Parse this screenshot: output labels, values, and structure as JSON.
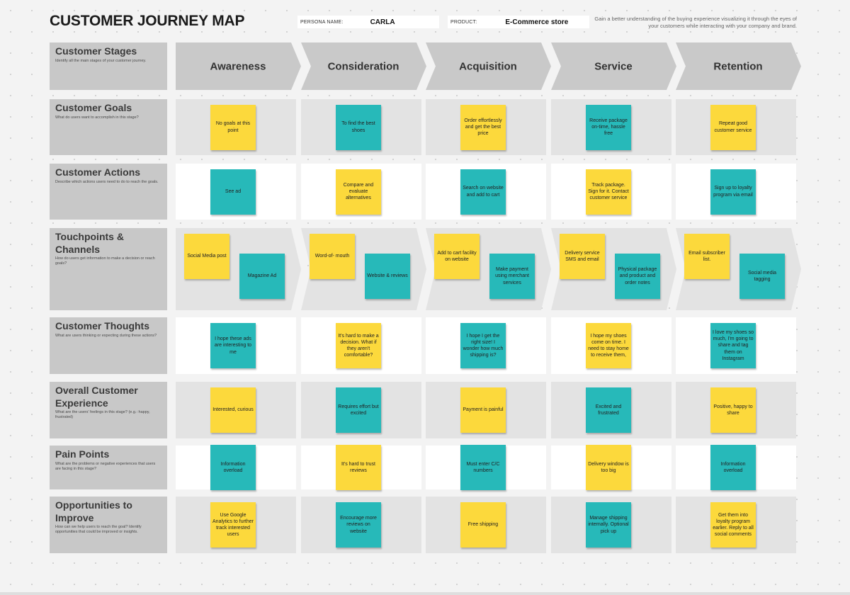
{
  "header": {
    "title": "CUSTOMER JOURNEY MAP",
    "persona_label": "PERSONA NAME:",
    "persona_value": "CARLA",
    "product_label": "PRODUCT:",
    "product_value": "E-Commerce store",
    "description": "Gain a better understanding of the buying experience visualizing it through the eyes of your customers while interacting with your company and brand."
  },
  "stages": [
    "Awareness",
    "Consideration",
    "Acquisition",
    "Service",
    "Retention"
  ],
  "colors": {
    "yellow": "#fcd93c",
    "teal": "#27b9b9",
    "label_bg": "#c8c8c8",
    "gray_band": "#e3e3e3",
    "white_band": "#ffffff",
    "stage_arrow": "#c9c9c9"
  },
  "rows": [
    {
      "title": "Customer Stages",
      "description": "Identify all the main stages of your customer journey."
    },
    {
      "title": "Customer Goals",
      "description": "What do users want to accomplish in this stage?",
      "notes": [
        [
          {
            "text": "No goals at this point",
            "color": "yellow"
          }
        ],
        [
          {
            "text": "To find the best shoes",
            "color": "teal"
          }
        ],
        [
          {
            "text": "Order effortlessly and get the best price",
            "color": "yellow"
          }
        ],
        [
          {
            "text": "Receive package on-time, hassle free",
            "color": "teal"
          }
        ],
        [
          {
            "text": "Repeat good customer service",
            "color": "yellow"
          }
        ]
      ]
    },
    {
      "title": "Customer Actions",
      "description": "Describe which actions users need to do to reach the goals.",
      "notes": [
        [
          {
            "text": "See ad",
            "color": "teal"
          }
        ],
        [
          {
            "text": "Compare and evaluate alternatives",
            "color": "yellow"
          }
        ],
        [
          {
            "text": "Search on website and add to cart",
            "color": "teal"
          }
        ],
        [
          {
            "text": "Track package. Sign for it. Contact customer service",
            "color": "yellow"
          }
        ],
        [
          {
            "text": "Sign up to loyalty program via email",
            "color": "teal"
          }
        ]
      ]
    },
    {
      "title": "Touchpoints & Channels",
      "description": "How do users get information to make a decision or reach goals?",
      "notes": [
        [
          {
            "text": "Social Media post",
            "color": "yellow"
          },
          {
            "text": "Magazine Ad",
            "color": "teal"
          }
        ],
        [
          {
            "text": "Word-of- mouth",
            "color": "yellow"
          },
          {
            "text": "Website & reviews",
            "color": "teal"
          }
        ],
        [
          {
            "text": "Add to cart facility on website",
            "color": "yellow"
          },
          {
            "text": "Make payment using merchant services",
            "color": "teal"
          }
        ],
        [
          {
            "text": "Delivery service SMS and email",
            "color": "yellow"
          },
          {
            "text": "Physical package and product and order notes",
            "color": "teal"
          }
        ],
        [
          {
            "text": "Email subscriber list.",
            "color": "yellow"
          },
          {
            "text": "Social media tagging",
            "color": "teal"
          }
        ]
      ]
    },
    {
      "title": "Customer Thoughts",
      "description": "What are users thinking or expecting during these actions?",
      "notes": [
        [
          {
            "text": "I hope these ads are interesting to me",
            "color": "teal"
          }
        ],
        [
          {
            "text": "It's hard to make a decision. What if they aren't comfortable?",
            "color": "yellow"
          }
        ],
        [
          {
            "text": "I hope I get the right size! I wonder how much shipping is?",
            "color": "teal"
          }
        ],
        [
          {
            "text": "I hope my shoes come on time. I need to stay home to receive them,",
            "color": "yellow"
          }
        ],
        [
          {
            "text": "I love my shoes so much, I'm going to share and tag them on Instagram",
            "color": "teal"
          }
        ]
      ]
    },
    {
      "title": "Overall Customer Experience",
      "description": "What are the users' feelings in this stage? (e.g.: happy, frustrated)",
      "notes": [
        [
          {
            "text": "Interested, curious",
            "color": "yellow"
          }
        ],
        [
          {
            "text": "Requires effort but excited",
            "color": "teal"
          }
        ],
        [
          {
            "text": "Payment is painful",
            "color": "yellow"
          }
        ],
        [
          {
            "text": "Excited and frustrated",
            "color": "teal"
          }
        ],
        [
          {
            "text": "Positive, happy to share",
            "color": "yellow"
          }
        ]
      ]
    },
    {
      "title": "Pain Points",
      "description": "What are the problems or negative experiences that users are facing in this stage?",
      "notes": [
        [
          {
            "text": "Information overload",
            "color": "teal"
          }
        ],
        [
          {
            "text": "It's hard to trust reviews",
            "color": "yellow"
          }
        ],
        [
          {
            "text": "Must enter C/C numbers",
            "color": "teal"
          }
        ],
        [
          {
            "text": "Delivery window is too big",
            "color": "yellow"
          }
        ],
        [
          {
            "text": "Information overload",
            "color": "teal"
          }
        ]
      ]
    },
    {
      "title": "Opportunities to Improve",
      "description": "How can we help users to reach the goal? Identify opportunities that could be improved or insights.",
      "notes": [
        [
          {
            "text": "Use Google Analytics to further track interested users",
            "color": "yellow"
          }
        ],
        [
          {
            "text": "Encourage more reviews on website",
            "color": "teal"
          }
        ],
        [
          {
            "text": "Free shipping",
            "color": "yellow"
          }
        ],
        [
          {
            "text": "Manage shipping internally. Optional pick up",
            "color": "teal"
          }
        ],
        [
          {
            "text": "Get them into loyalty program earlier. Reply to all social comments",
            "color": "yellow"
          }
        ]
      ]
    }
  ]
}
